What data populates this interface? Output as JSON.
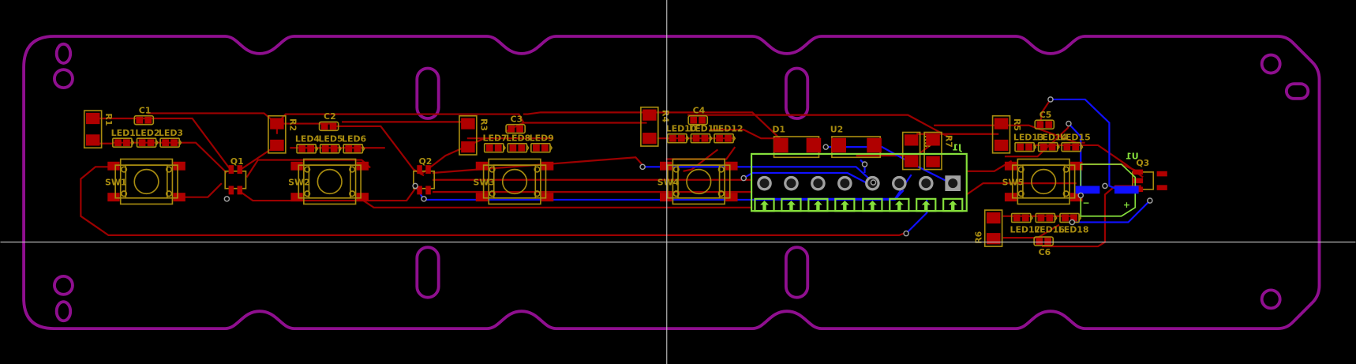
{
  "view": {
    "title": "PCB board layout",
    "crosshair": true
  },
  "colors": {
    "background": "#000000",
    "outline": "#8f0f8f",
    "top_copper": "#9c0000",
    "pad": "#b00000",
    "bottom_copper": "#1010ff",
    "silkscreen": "#a88c10",
    "connector": "#86e03c",
    "via": "#a0a0a0",
    "crosshair": "#c8c8c8"
  },
  "labels": {
    "R1": "R1",
    "R2": "R2",
    "R3": "R3",
    "R4": "R4",
    "R5": "R5",
    "R6": "R6",
    "R7": "R7",
    "R8": "R8",
    "C1": "C1",
    "C2": "C2",
    "C3": "C3",
    "C4": "C4",
    "C5": "C5",
    "C6": "C6",
    "LED1": "LED1",
    "LED2": "LED2",
    "LED3": "LED3",
    "LED4": "LED4",
    "LED5": "LED5",
    "LED6": "LED6",
    "LED7": "LED7",
    "LED8": "LED8",
    "LED9": "LED9",
    "LED10": "LED10",
    "LED11": "LED11",
    "LED12": "LED12",
    "LED13": "LED13",
    "LED14": "LED14",
    "LED15": "LED15",
    "LED16": "LED16",
    "LED17": "LED17",
    "LED18": "LED18",
    "SW1": "SW1",
    "SW2": "SW2",
    "SW3": "SW3",
    "SW4": "SW4",
    "SW5": "SW5",
    "Q1": "Q1",
    "Q2": "Q2",
    "Q3": "Q3",
    "D1": "D1",
    "U2": "U2",
    "J1": "J1",
    "U1": "U1",
    "U1_minus": "−",
    "U1_plus": "+"
  }
}
